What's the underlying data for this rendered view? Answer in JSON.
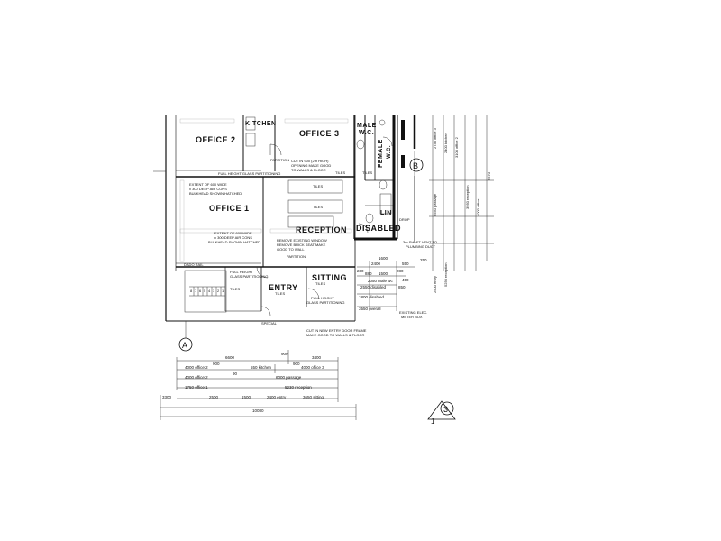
{
  "rooms": {
    "kitchen": "KITCHEN",
    "office1": "OFFICE 1",
    "office2": "OFFICE 2",
    "office3": "OFFICE 3",
    "male_wc": "MALE",
    "male_wc2": "W.C.",
    "female_wc": "FEMALE",
    "female_wc2": "W.C.",
    "disabled": "DISABLED",
    "linen": "LIN",
    "reception": "RECEPTION",
    "sitting": "SITTING",
    "entry": "ENTRY"
  },
  "notes": {
    "tiles": "TILES",
    "tiles2": "TILES",
    "tiles3": "TILES",
    "partition": "PARTITION",
    "partition2": "PARTITION",
    "full_height_glass": "FULL HEIGHT GLASS PARTITIONING",
    "extent_600_1": "EXTENT OF 600 WIDE",
    "extent_600_1b": "x 300 DEEP AIR CONS",
    "extent_600_1c": "BULKHEAD SHOWN HATCHED",
    "extent_600_2": "EXTENT OF 600 WIDE",
    "extent_600_2b": "x 300 DEEP AIR CONS",
    "extent_600_2c": "BULKHEAD SHOWN HATCHED",
    "cut_in_opening": "CUT IN 900 (2m HIGH)",
    "cut_in_opening2": "OPENING MAKE GOOD",
    "cut_in_opening3": "TO WALLS & FLOOR",
    "remove_window": "REMOVE EXISTING WINDOW",
    "remove_window2": "REMOVE BRICK SEAT MAKE",
    "remove_window3": "GOOD TO WALL",
    "full_height_glass2": "FULL HEIGHT",
    "full_height_glass2b": "GLASS PARTITIONING",
    "full_height_glass3": "FULL HEIGHT",
    "full_height_glass3b": "GLASS PARTITIONING",
    "dado_rail": "DADO RAIL",
    "cut_in_door": "CUT IN NEW ENTRY DOOR FRAME",
    "cut_in_door2": "MAKE GOOD TO WALLS & FLOOR",
    "existing_elec": "EXISTING ELEC.",
    "existing_elec2": "METER BOX",
    "vent_pipe": "3m SHAFT VENT TO",
    "vent_pipe2": "PLUMBING DUCT",
    "special": "SPECIAL",
    "drop": "DROP"
  },
  "grid": {
    "a": "A",
    "b": "B",
    "one": "1",
    "three": "3"
  },
  "dims": {
    "d6600": "6600",
    "d900a": "900",
    "d3400": "3400",
    "d900b": "900",
    "d900c": "900",
    "d4000_o2": "4000 office 2",
    "d550_k": "550 kitchen",
    "d4000_o3": "4000 office 3",
    "d4000_o2b": "4000 office 2",
    "d6000_p": "6000 passage",
    "d90a": "90",
    "d1750_o1": "1750 office 1",
    "d5230_r": "5230 reception",
    "d3300": "3300",
    "d2500": "2500",
    "d1500": "1500",
    "d2400_e": "2400 entry",
    "d3650_s": "3650 sitting",
    "d10080": "10080",
    "d2400": "2400",
    "d550": "550",
    "d250": "250",
    "d3550_o": "3550 overall",
    "d1800_dis": "1800 disabled",
    "d2550_dis": "2550 disabled",
    "d2050_m": "2050 male wc",
    "d1600": "1600",
    "d450": "450",
    "d230": "230",
    "d280": "280",
    "d880": "880",
    "d1500b": "1500",
    "d850": "850"
  },
  "vdims": {
    "v2740": "2740 office 3",
    "v2400": "2400 kitchen",
    "v3100": "3100 office 2",
    "v6550": "6550 passage",
    "v2500": "2500 entry",
    "v3950": "3950 reception",
    "v5250": "5250 reception",
    "v6570": "6570",
    "v4000": "4000 office 1"
  },
  "stair_treads": [
    "8",
    "7",
    "6",
    "5",
    "4",
    "3",
    "2",
    "1"
  ]
}
